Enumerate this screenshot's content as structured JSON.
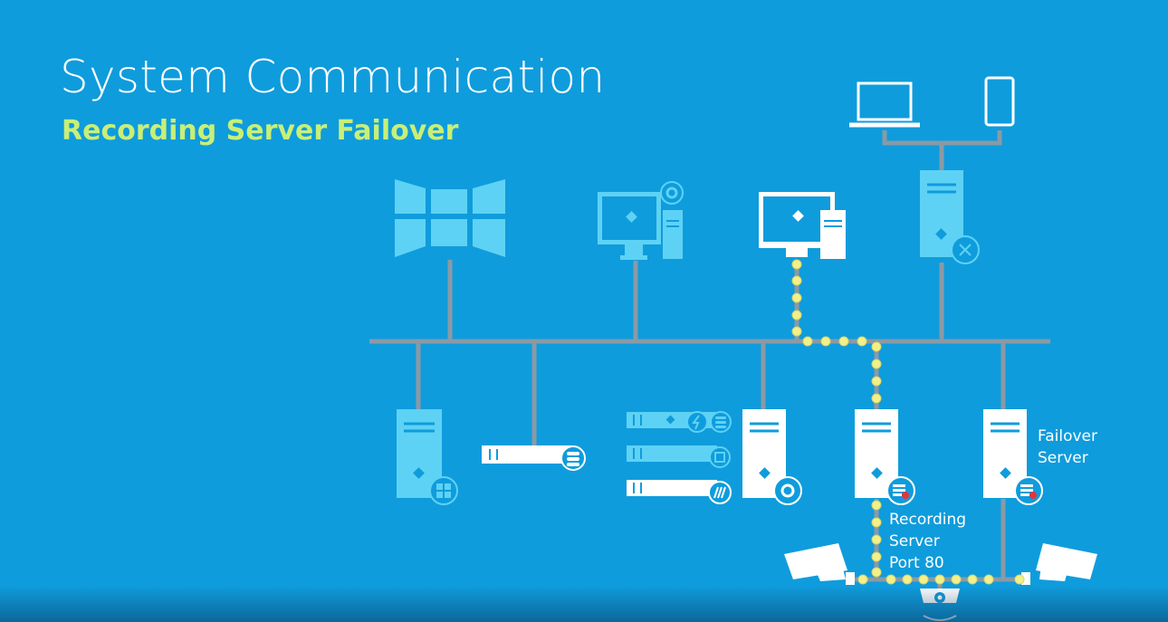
{
  "slide": {
    "title": "System Communication",
    "subtitle": "Recording Server Failover"
  },
  "labels": {
    "failover": [
      "Failover",
      "Server"
    ],
    "recording": [
      "Recording",
      "Server",
      "Port 80"
    ]
  },
  "colors": {
    "background": "#0f9cdc",
    "bus_line": "#8a9aa6",
    "device_light": "#5ed2f4",
    "device_white": "#ffffff",
    "highlight_path": "#f2f08a",
    "subtitle": "#c8ef78",
    "alert_dot": "#e8323a"
  },
  "icons": {
    "windows_server": "windows-logo-icon",
    "storage": "database-icon",
    "management": "gear-icon",
    "recording": "recording-badge-icon",
    "mobile_server": "mobile-connection-icon"
  }
}
